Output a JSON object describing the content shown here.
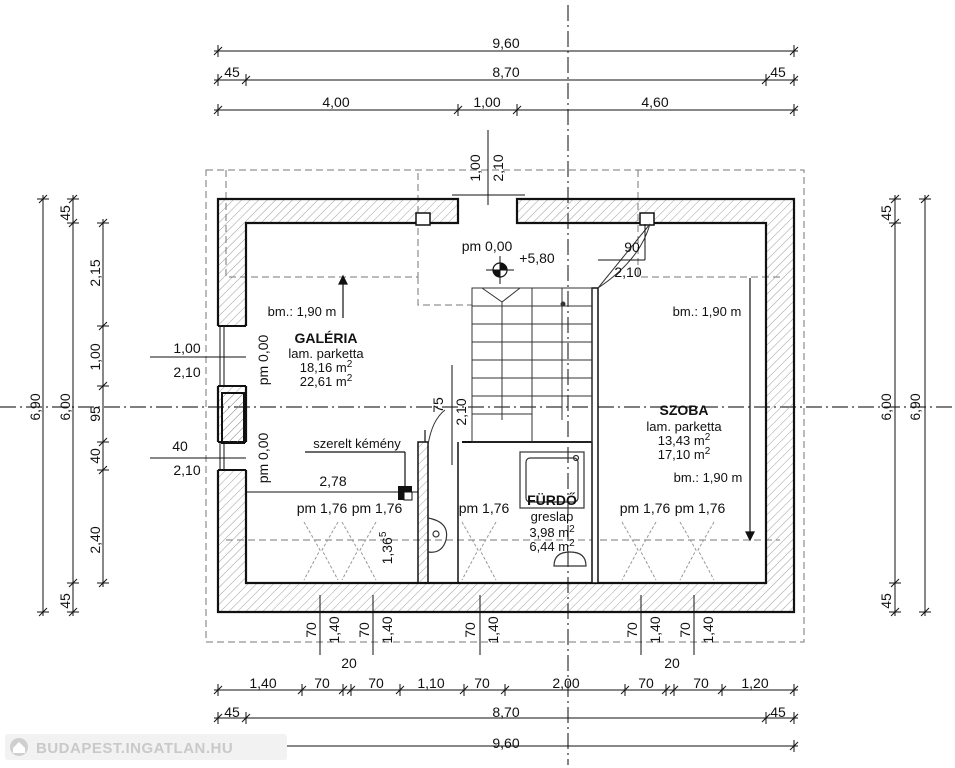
{
  "watermark": {
    "text": "BUDAPEST.INGATLAN.HU",
    "color": "#c8c8c8"
  },
  "dimensions": {
    "top_total": "9,60",
    "top_inner": "8,70",
    "top_wall_left": "45",
    "top_wall_right": "45",
    "top_seg_1": "4,00",
    "top_seg_2": "1,00",
    "top_seg_3": "4,60",
    "bottom_total": "9,60",
    "bottom_inner": "8,70",
    "bottom_wall_left": "45",
    "bottom_wall_right": "45",
    "bottom_seg_1": "1,40",
    "bottom_seg_2": "70",
    "bottom_seg_3": "70",
    "bottom_seg_4": "1,10",
    "bottom_seg_5": "70",
    "bottom_seg_6": "2,00",
    "bottom_seg_7": "70",
    "bottom_seg_8": "70",
    "bottom_seg_9": "1,20",
    "left_total": "6,90",
    "left_inner": "6,00",
    "left_wall_top": "45",
    "left_seg_1": "2,15",
    "left_seg_2": "1,00",
    "left_seg_3": "95",
    "left_seg_4": "40",
    "left_seg_5": "2,40",
    "left_wall_bottom": "45",
    "right_total": "6,90",
    "right_inner": "6,00",
    "right_wall_top": "45",
    "right_wall_bottom": "45",
    "top_window_w": "1,00",
    "top_window_h": "2,10",
    "left_window1_w": "1,00",
    "left_window1_h": "2,10",
    "left_window2_w": "40",
    "left_window2_h": "2,10",
    "roof_win_a_w": "70",
    "roof_win_a_h": "1,40",
    "roof_win_b_w": "70",
    "roof_win_b_h": "1,40",
    "roof_win_c_w": "70",
    "roof_win_c_h": "1,40",
    "roof_win_d_w": "70",
    "roof_win_d_h": "1,40",
    "roof_win_e_w": "70",
    "roof_win_e_h": "1,40",
    "gap_left": "20",
    "gap_right": "20",
    "door_w": "90",
    "door_h": "2,10",
    "stair_w": "75",
    "stair_h": "2,10",
    "wall_len": "2,78",
    "parapet": "1,36",
    "parapet_sup": "5"
  },
  "rooms": {
    "galeria": {
      "name": "GALÉRIA",
      "floor": "lam. parketta",
      "area1": "18,16 m",
      "area2": "22,61 m",
      "sup": "2"
    },
    "szoba": {
      "name": "SZOBA",
      "floor": "lam. parketta",
      "area1": "13,43 m",
      "area2": "17,10 m",
      "sup": "2"
    },
    "furdo": {
      "name": "FÜRDŐ",
      "floor": "greslap",
      "area1": "3,98 m",
      "area2": "6,44 m",
      "sup": "2"
    }
  },
  "annotations": {
    "level_pm": "pm 0,00",
    "level_plus": "+5,80",
    "bm_left": "bm.: 1,90 m",
    "bm_right_top": "bm.: 1,90 m",
    "bm_right_bottom": "bm.: 1,90 m",
    "pm_000_a": "pm 0,00",
    "pm_000_b": "pm 0,00",
    "pm_176_1": "pm 1,76",
    "pm_176_2": "pm 1,76",
    "pm_176_3": "pm 1,76",
    "pm_176_4": "pm 1,76",
    "pm_176_5": "pm 1,76",
    "chimney": "szerelt kémény"
  }
}
